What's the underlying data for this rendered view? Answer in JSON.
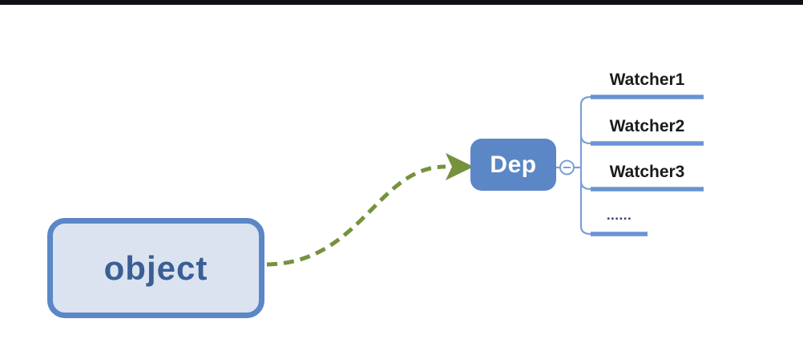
{
  "diagram": {
    "object_node": {
      "label": "object"
    },
    "dep_node": {
      "label": "Dep"
    },
    "collapse_icon": {
      "state": "collapsed",
      "glyph": "minus"
    },
    "watchers": [
      {
        "label": "Watcher1"
      },
      {
        "label": "Watcher2"
      },
      {
        "label": "Watcher3"
      },
      {
        "label": "......"
      }
    ],
    "colors": {
      "node_blue": "#5b87c7",
      "object_fill": "#dbe3f0",
      "object_text": "#3a5f95",
      "branch_line": "#7b9fd6",
      "underline": "#6994d3",
      "arrow_olive": "#76923c",
      "top_bar": "#101014",
      "label_text": "#1b1b1b",
      "dots_text": "#2c3e6b"
    }
  }
}
